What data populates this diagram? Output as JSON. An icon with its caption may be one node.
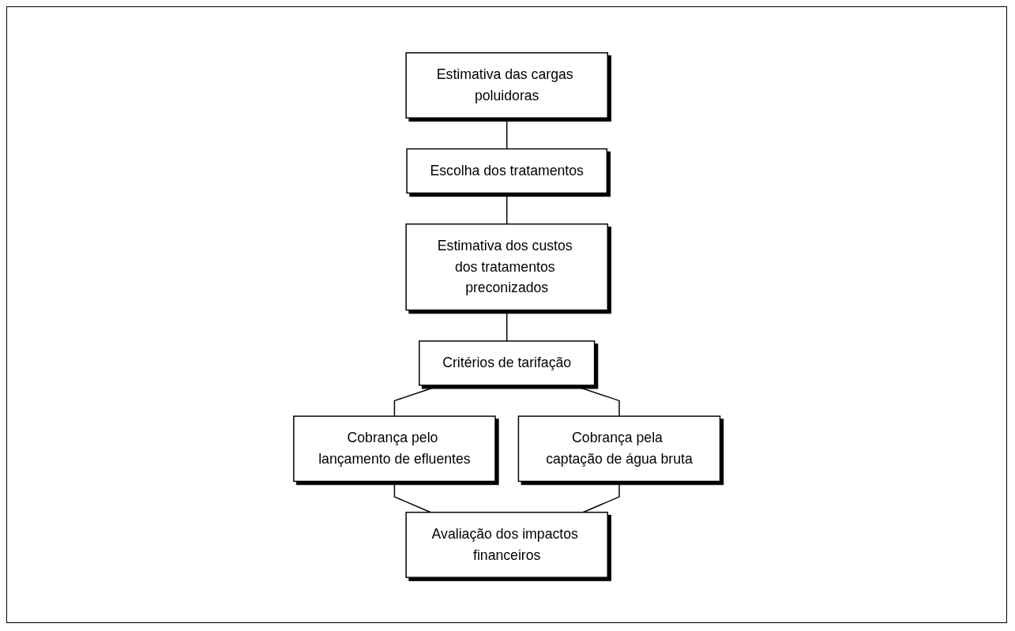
{
  "diagram": {
    "nodes": [
      {
        "text": [
          "Estimativa das cargas poluidoras"
        ]
      },
      {
        "text": [
          "Escolha dos tratamentos"
        ]
      },
      {
        "text": [
          "Estimativa dos custos dos tratamentos preconizados"
        ]
      },
      {
        "text": [
          "Critérios de tarifação"
        ]
      },
      {
        "text": [
          "Cobrança pelo lançamento de efluentes"
        ]
      },
      {
        "text": [
          "Cobrança pela captação de água bruta"
        ]
      },
      {
        "text": [
          "Avaliação dos impactos financeiros"
        ]
      }
    ],
    "edges": [
      {
        "from": 0,
        "to": 1,
        "arrow": "none"
      },
      {
        "from": 1,
        "to": 2,
        "arrow": "none"
      },
      {
        "from": 2,
        "to": 3,
        "arrow": "none"
      },
      {
        "from": 3,
        "to": 4,
        "arrow": "none"
      },
      {
        "from": 3,
        "to": 5,
        "arrow": "none"
      },
      {
        "from": 4,
        "to": 6,
        "arrow": "none"
      },
      {
        "from": 5,
        "to": 6,
        "arrow": "none"
      }
    ]
  }
}
